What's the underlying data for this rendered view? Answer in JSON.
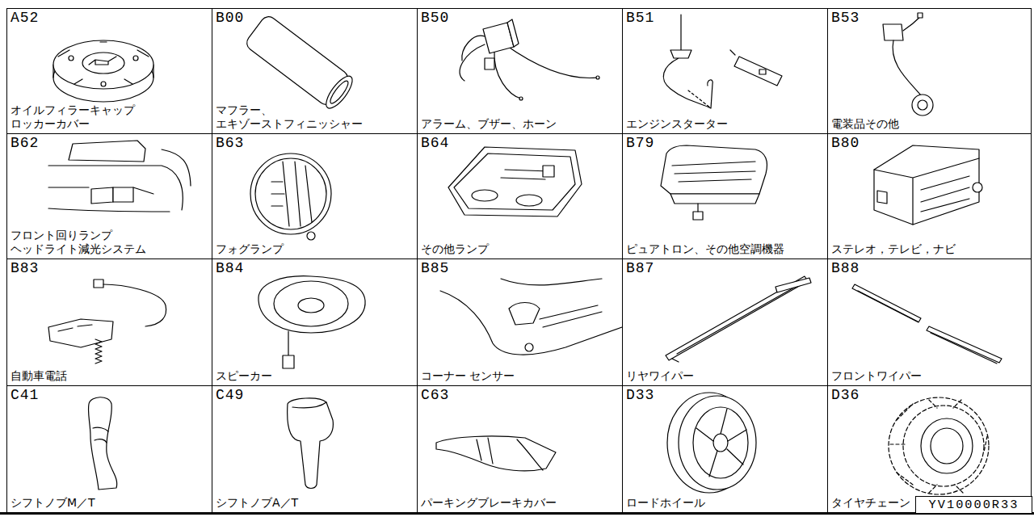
{
  "diagram": {
    "nodes": [
      {
        "text": [
          "A52",
          "オイルフィラーキャップ ロッカーカバー"
        ]
      },
      {
        "text": [
          "B00",
          "マフラー、 エキゾーストフィニッシャー"
        ]
      },
      {
        "text": [
          "B50",
          "アラーム、ブザー、ホーン"
        ]
      },
      {
        "text": [
          "B51",
          "エンジンスターター"
        ]
      },
      {
        "text": [
          "B53",
          "電装品その他"
        ]
      },
      {
        "text": [
          "B62",
          "フロント回りランプ ヘッドライト減光システム"
        ]
      },
      {
        "text": [
          "B63",
          "フォグランプ"
        ]
      },
      {
        "text": [
          "B64",
          "その他ランプ"
        ]
      },
      {
        "text": [
          "B79",
          "ピュアトロン、その他空調機器"
        ]
      },
      {
        "text": [
          "B80",
          "ステレオ，テレビ，ナビ"
        ]
      },
      {
        "text": [
          "B83",
          "自動車電話"
        ]
      },
      {
        "text": [
          "B84",
          "スピーカー"
        ]
      },
      {
        "text": [
          "B85",
          "コーナー センサー"
        ]
      },
      {
        "text": [
          "B87",
          "リヤワイパー"
        ]
      },
      {
        "text": [
          "B88",
          "フロントワイパー"
        ]
      },
      {
        "text": [
          "C41",
          "シフトノブM／T"
        ]
      },
      {
        "text": [
          "C49",
          "シフトノブA／T"
        ]
      },
      {
        "text": [
          "C63",
          "パーキングブレーキカバー"
        ]
      },
      {
        "text": [
          "D33",
          "ロードホイール"
        ]
      },
      {
        "text": [
          "D36",
          "タイヤチェーン"
        ]
      },
      {
        "text": [
          "YV10000R33"
        ],
        "in": 19
      }
    ]
  }
}
